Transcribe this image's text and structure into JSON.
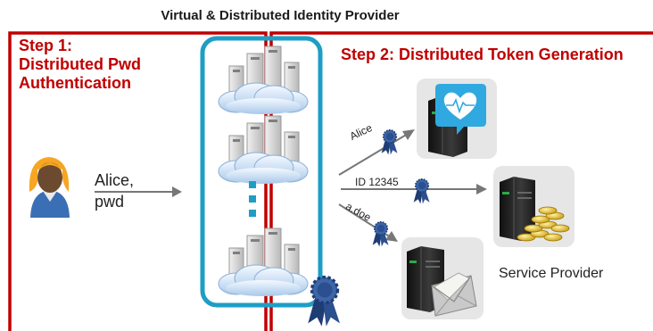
{
  "title": "Virtual & Distributed Identity Provider",
  "step1": {
    "line1": "Step 1:",
    "line2": "Distributed Pwd",
    "line3": "Authentication"
  },
  "step2": {
    "label": "Step 2: Distributed Token Generation"
  },
  "user": {
    "line1": "Alice,",
    "line2": "pwd"
  },
  "tokens": {
    "alice": "Alice",
    "id": "ID 12345",
    "adoe": "a.doe"
  },
  "service_provider_label": "Service Provider",
  "colors": {
    "step_red": "#c00000",
    "idp_box": "#1e9ec4",
    "arrow_gray": "#777777",
    "ribbon_blue": "#2e4f8c"
  },
  "icons": {
    "user": "user-avatar-icon",
    "server_cloud": "server-cloud-icon",
    "health_server": "health-server-icon",
    "bank_server": "coin-server-icon",
    "mail_server": "mail-server-icon",
    "token": "ribbon-seal-icon"
  }
}
